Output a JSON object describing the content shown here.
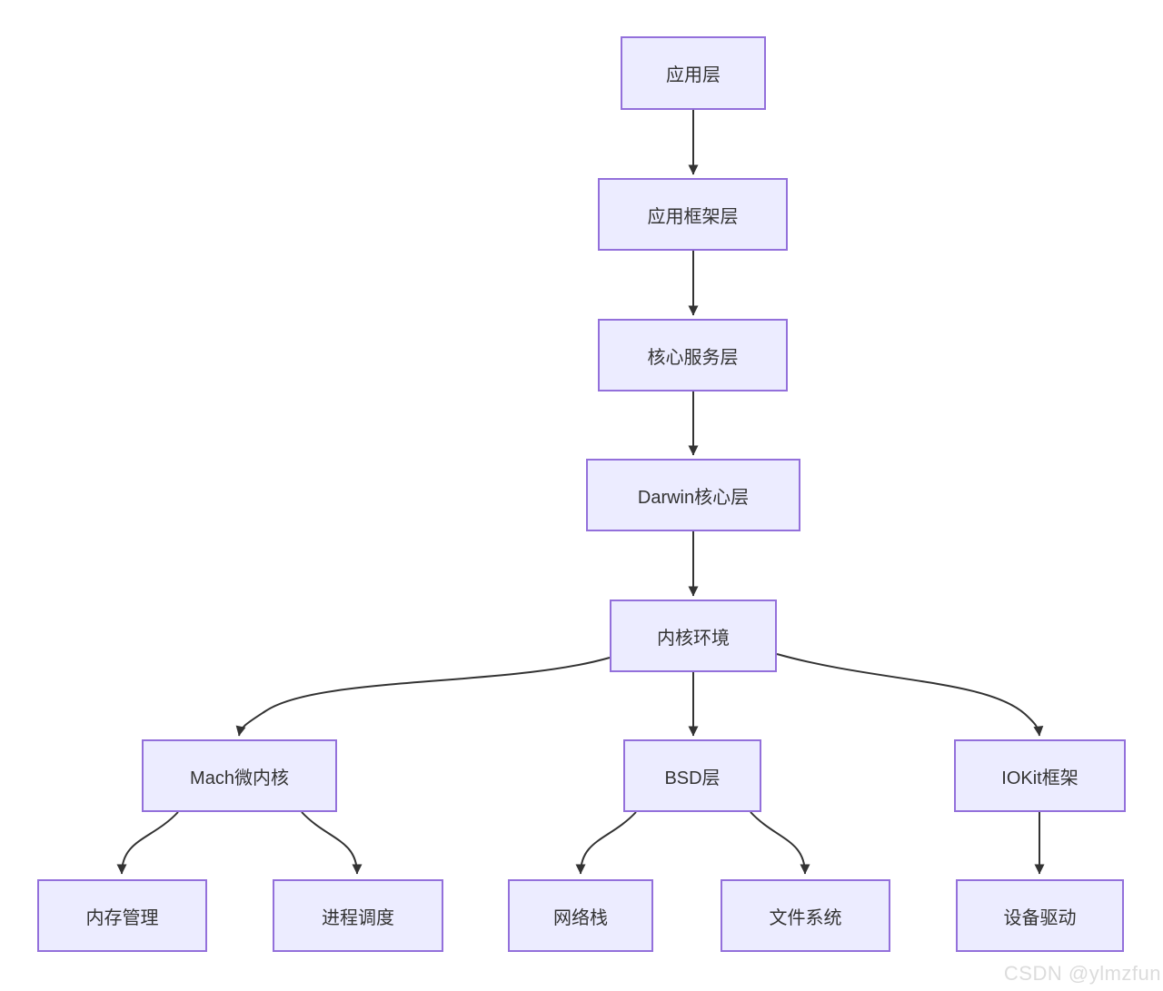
{
  "diagram": {
    "type": "flowchart",
    "direction": "top-down",
    "nodes": [
      {
        "id": "app",
        "label": "应用层"
      },
      {
        "id": "framework",
        "label": "应用框架层"
      },
      {
        "id": "core",
        "label": "核心服务层"
      },
      {
        "id": "darwin",
        "label": "Darwin核心层"
      },
      {
        "id": "kernel",
        "label": "内核环境"
      },
      {
        "id": "mach",
        "label": "Mach微内核"
      },
      {
        "id": "bsd",
        "label": "BSD层"
      },
      {
        "id": "iokit",
        "label": "IOKit框架"
      },
      {
        "id": "memory",
        "label": "内存管理"
      },
      {
        "id": "scheduler",
        "label": "进程调度"
      },
      {
        "id": "network",
        "label": "网络栈"
      },
      {
        "id": "filesystem",
        "label": "文件系统"
      },
      {
        "id": "driver",
        "label": "设备驱动"
      }
    ],
    "edges": [
      {
        "from": "app",
        "to": "framework"
      },
      {
        "from": "framework",
        "to": "core"
      },
      {
        "from": "core",
        "to": "darwin"
      },
      {
        "from": "darwin",
        "to": "kernel"
      },
      {
        "from": "kernel",
        "to": "mach"
      },
      {
        "from": "kernel",
        "to": "bsd"
      },
      {
        "from": "kernel",
        "to": "iokit"
      },
      {
        "from": "mach",
        "to": "memory"
      },
      {
        "from": "mach",
        "to": "scheduler"
      },
      {
        "from": "bsd",
        "to": "network"
      },
      {
        "from": "bsd",
        "to": "filesystem"
      },
      {
        "from": "iokit",
        "to": "driver"
      }
    ],
    "colors": {
      "node_fill": "#ECECFF",
      "node_border": "#9370DB",
      "edge_stroke": "#333333",
      "text": "#333333",
      "background": "#ffffff",
      "watermark": "#dcdcdc"
    }
  },
  "watermark": "CSDN @ylmzfun"
}
